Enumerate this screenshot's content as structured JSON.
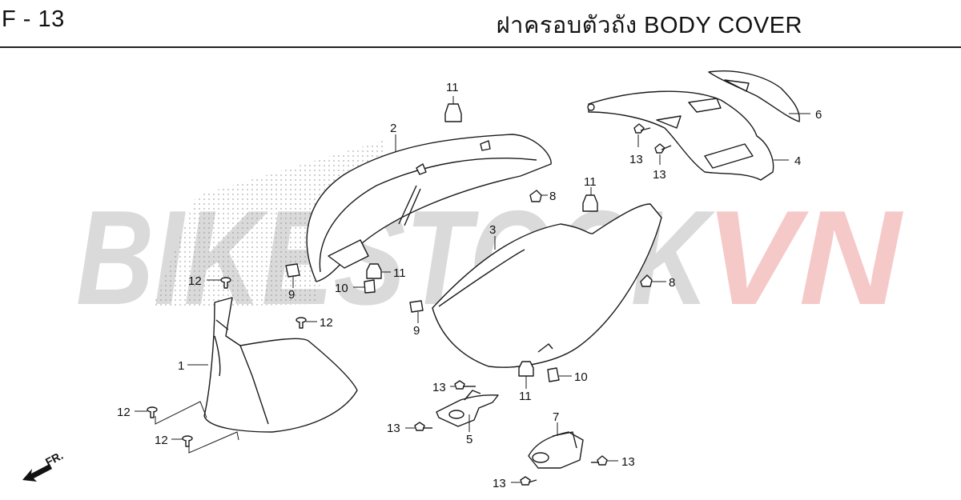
{
  "header": {
    "code": "F - 13",
    "title": "ฝาครอบตัวถัง  BODY COVER"
  },
  "watermark": {
    "left": "BIKESTOCK",
    "right": "VN",
    "left_color": "#d9d9d9",
    "right_color": "#f6c9c9"
  },
  "front_indicator": "FR.",
  "callouts": {
    "c1": "1",
    "c2": "2",
    "c3": "3",
    "c4": "4",
    "c5": "5",
    "c6": "6",
    "c7": "7",
    "c8a": "8",
    "c8b": "8",
    "c9a": "9",
    "c9b": "9",
    "c10a": "10",
    "c10b": "10",
    "c11a": "11",
    "c11b": "11",
    "c11c": "11",
    "c11d": "11",
    "c12a": "12",
    "c12b": "12",
    "c12c": "12",
    "c12d": "12",
    "c13a": "13",
    "c13b": "13",
    "c13c": "13",
    "c13d": "13",
    "c13e": "13",
    "c13f": "13"
  },
  "colors": {
    "line": "#1a1a1a",
    "fill": "#ffffff"
  }
}
